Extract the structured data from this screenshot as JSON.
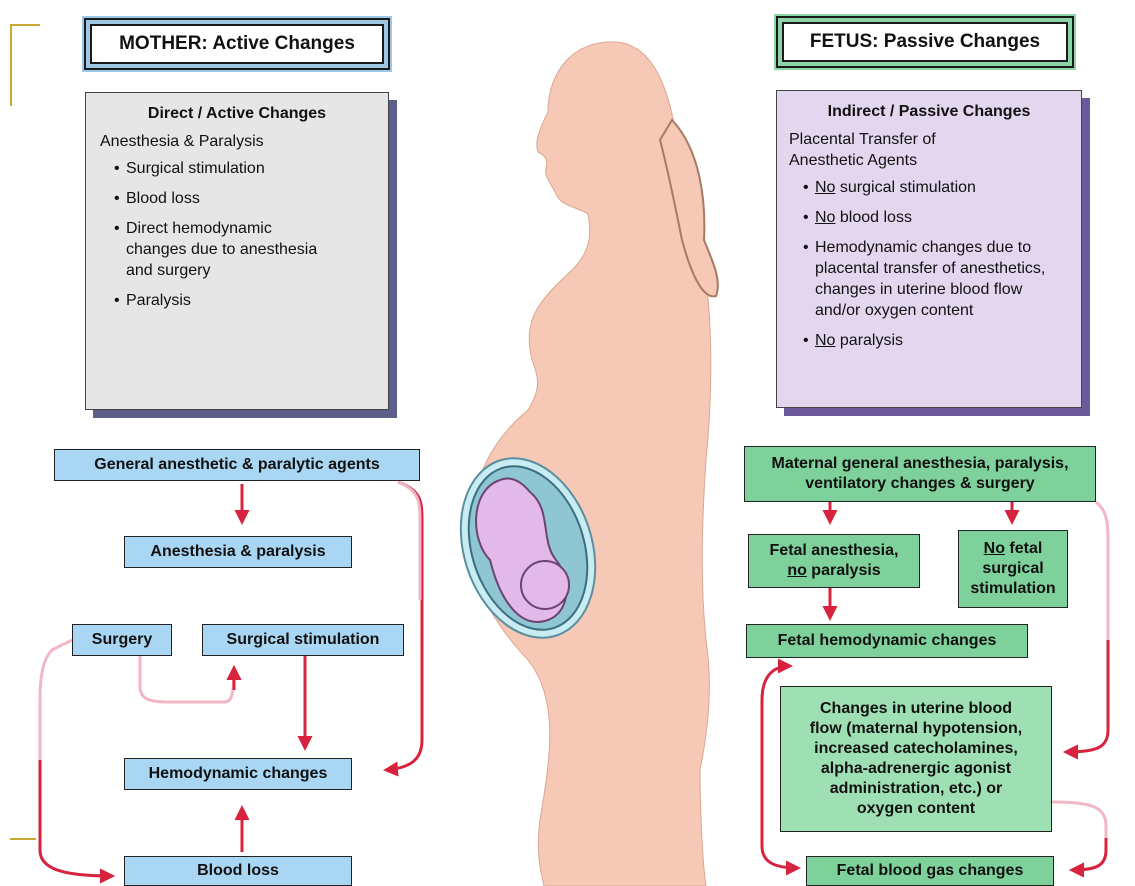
{
  "mother": {
    "header": "MOTHER: Active Changes",
    "panel": {
      "title": "Direct / Active Changes",
      "subtitle": "Anesthesia & Paralysis",
      "items": [
        "Surgical stimulation",
        "Blood loss",
        "Direct hemodynamic changes due to anesthesia and surgery",
        "Paralysis"
      ]
    },
    "flow": {
      "agents": "General anesthetic & paralytic agents",
      "anesthesia": "Anesthesia & paralysis",
      "surgery": "Surgery",
      "stimulation": "Surgical stimulation",
      "hemodynamic": "Hemodynamic changes",
      "blood_loss": "Blood loss"
    }
  },
  "fetus": {
    "header": "FETUS: Passive Changes",
    "panel": {
      "title": "Indirect / Passive Changes",
      "subtitle": "Placental Transfer of\n  Anesthetic Agents",
      "items": [
        {
          "u": "No",
          "rest": " surgical stimulation"
        },
        {
          "u": "No",
          "rest": " blood loss"
        },
        {
          "u": "",
          "rest": "Hemodynamic changes due to placental transfer of anesthetics, changes in uterine blood flow and/or oxygen content"
        },
        {
          "u": "No",
          "rest": " paralysis"
        }
      ]
    },
    "flow": {
      "maternal": "Maternal general anesthesia, paralysis,\nventilatory changes & surgery",
      "fetal_anesthesia_1": "Fetal anesthesia,",
      "fetal_anesthesia_u": "no",
      "fetal_anesthesia_2": " paralysis",
      "no_stim_u": "No",
      "no_stim_1": " fetal",
      "no_stim_2": "surgical\nstimulation",
      "fetal_hemodynamic": "Fetal hemodynamic changes",
      "uterine": "Changes in uterine blood\nflow (maternal hypotension,\nincreased catecholamines,\nalpha-adrenergic agonist\nadministration, etc.) or\noxygen content",
      "blood_gas": "Fetal blood gas changes"
    }
  },
  "colors": {
    "arrow": "#d8233f",
    "arrow_light": "#f2b7c4",
    "body": "#f6c9b6",
    "uterus": "#8fc6d4",
    "fetus": "#e3b8ea"
  }
}
